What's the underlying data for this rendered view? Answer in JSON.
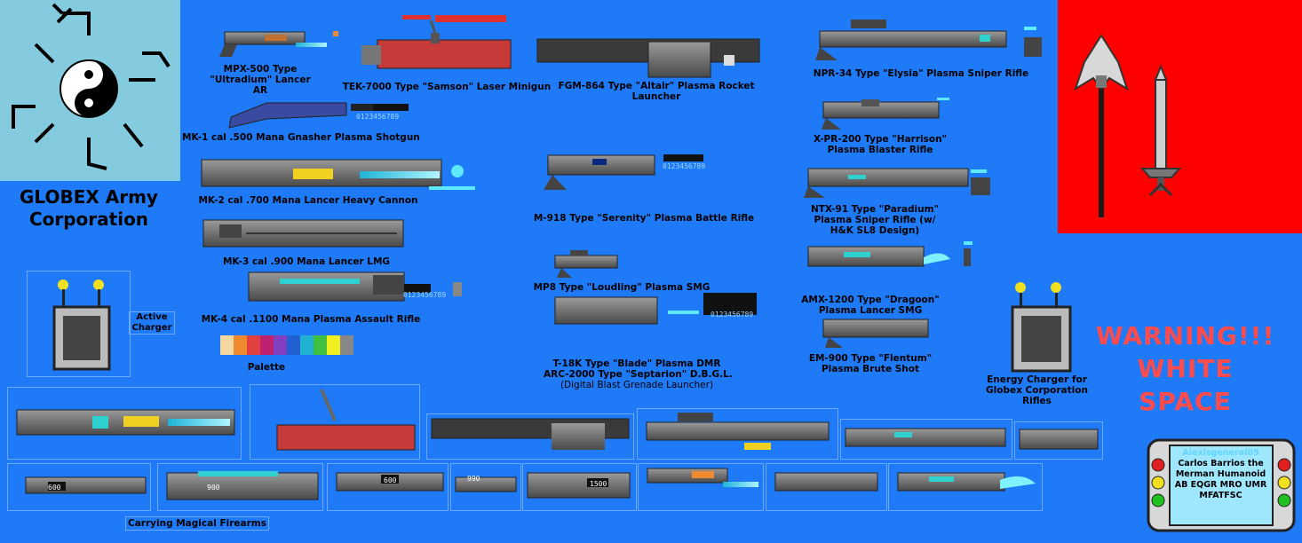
{
  "company": {
    "title": "GLOBEX Army Corporation"
  },
  "weapons": [
    {
      "id": "mpx500",
      "label": "MPX-500 Type \"Ultradium\" Lancer AR"
    },
    {
      "id": "tek7000",
      "label": "TEK-7000 Type \"Samson\" Laser Minigun"
    },
    {
      "id": "fgm864",
      "label": "FGM-864 Type \"Altair\" Plasma Rocket Launcher"
    },
    {
      "id": "npr34",
      "label": "NPR-34 Type \"Elysia\" Plasma Sniper Rifle"
    },
    {
      "id": "mk1",
      "label": "MK-1 cal .500 Mana Gnasher Plasma Shotgun"
    },
    {
      "id": "xpr200",
      "label": "X-PR-200 Type \"Harrison\" Plasma Blaster Rifle"
    },
    {
      "id": "mk2",
      "label": "MK-2 cal .700 Mana Lancer Heavy Cannon"
    },
    {
      "id": "m918",
      "label": "M-918 Type \"Serenity\" Plasma Battle Rifle"
    },
    {
      "id": "ntx91",
      "label": "NTX-91 Type \"Paradium\" Plasma Sniper Rifle (w/ H&K SL8 Design)"
    },
    {
      "id": "mk3",
      "label": "MK-3 cal .900 Mana Lancer LMG"
    },
    {
      "id": "mp8",
      "label": "MP8 Type \"Loudling\" Plasma SMG"
    },
    {
      "id": "amx1200",
      "label": "AMX-1200 Type \"Dragoon\" Plasma Lancer SMG"
    },
    {
      "id": "mk4",
      "label": "MK-4 cal .1100 Mana Plasma Assault Rifle"
    },
    {
      "id": "t18k",
      "label": "T-18K Type \"Blade\" Plasma DMR"
    },
    {
      "id": "arc2000",
      "label": "ARC-2000 Type \"Septarion\" D.B.G.L."
    },
    {
      "id": "arc2000sub",
      "label": "(Digital Blast Grenade Launcher)"
    },
    {
      "id": "em900",
      "label": "EM-900 Type \"Flentum\" Plasma Brute Shot"
    }
  ],
  "labels": {
    "active_charger": "Active Charger",
    "palette": "Palette",
    "energy_charger": "Energy Charger for Globex Corporation Rifles",
    "carrying": "Carrying Magical Firearms",
    "warning": "WARNING!!! WHITE SPACE"
  },
  "credits": {
    "handle": "Alexisgeneral05",
    "text": "Carlos Barrios the Merman Humanoid AB EQGR MRO UMR MFATFSC"
  },
  "counters": {
    "digits": "0123456789",
    "ammo_600": "600",
    "ammo_900": "900",
    "ammo_990": "990",
    "ammo_1500": "1500"
  },
  "colors": {
    "background": "#1e7af7",
    "logo_panel": "#84cbe0",
    "red_panel": "#ff0000",
    "warning": "#ff4b4b",
    "gun_body": "#6b6b6b",
    "gun_dark": "#3a3a3a",
    "energy": "#23e0f0"
  }
}
